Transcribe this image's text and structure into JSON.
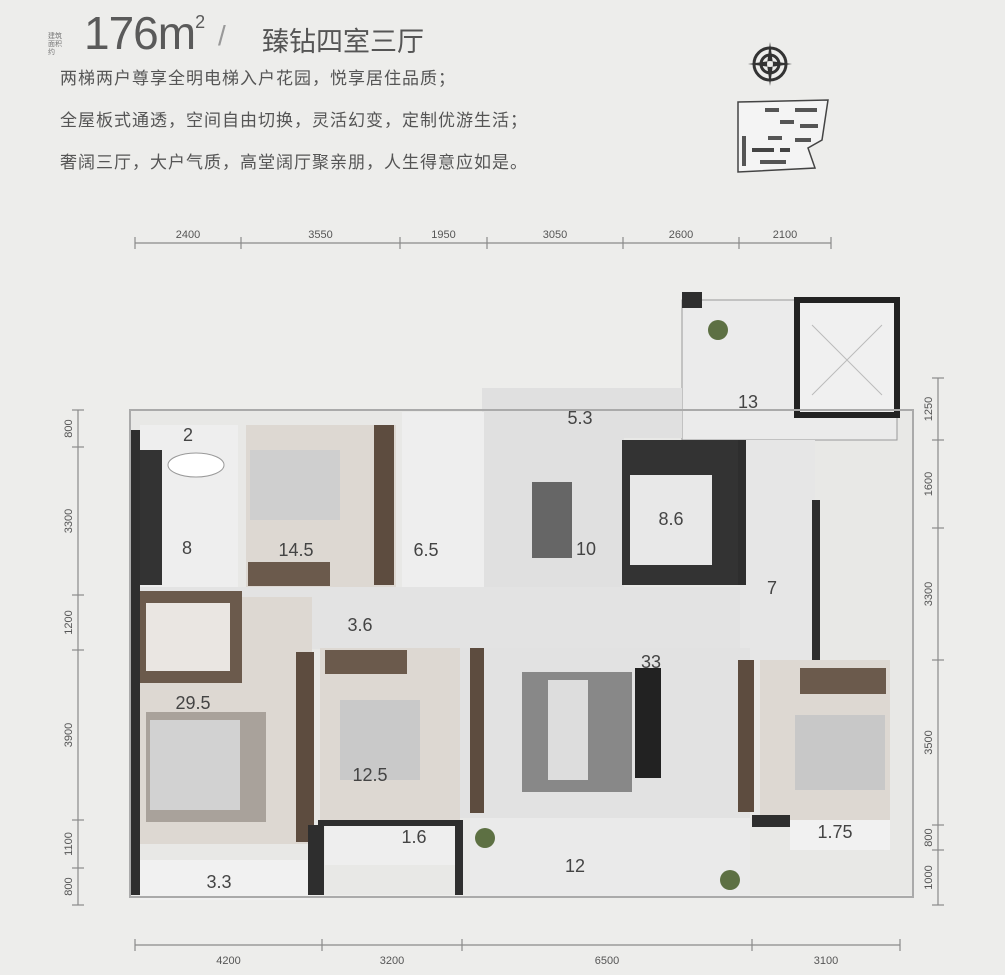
{
  "header": {
    "area_note": "建筑面积约",
    "area_value": "176m",
    "area_unit_sup": "2",
    "slash": "/",
    "title": "臻钻四室三厅",
    "lines": [
      "两梯两户尊享全明电梯入户花园，悦享居住品质；",
      "全屋板式通透，空间自由切换，灵活幻变，定制优游生活；",
      "奢阔三厅，大户气质，高堂阔厅聚亲朋，人生得意应如是。"
    ]
  },
  "icons": {
    "compass": "compass-rose-icon",
    "site_plan": "site-plan-thumbnail"
  },
  "dimensions": {
    "top": [
      "2400",
      "3550",
      "1950",
      "3050",
      "2600",
      "2100"
    ],
    "bottom": [
      "4200",
      "3200",
      "6500",
      "3100"
    ],
    "left": [
      "800",
      "3300",
      "1200",
      "3900",
      "1100",
      "800"
    ],
    "right": [
      "1250",
      "1600",
      "3300",
      "3500",
      "800",
      "1000"
    ]
  },
  "rooms": [
    "2",
    "14.5",
    "6.5",
    "5.3",
    "13",
    "8.6",
    "10",
    "8",
    "3.6",
    "7",
    "33",
    "29.5",
    "12.5",
    "1.6",
    "12",
    "1.75",
    "3.3"
  ],
  "colors": {
    "background": "#ededeb",
    "wall": "#2e2e2e",
    "wood": "#6b5a4c",
    "floor": "#ddd8d2",
    "tile": "#e4e4e4"
  }
}
